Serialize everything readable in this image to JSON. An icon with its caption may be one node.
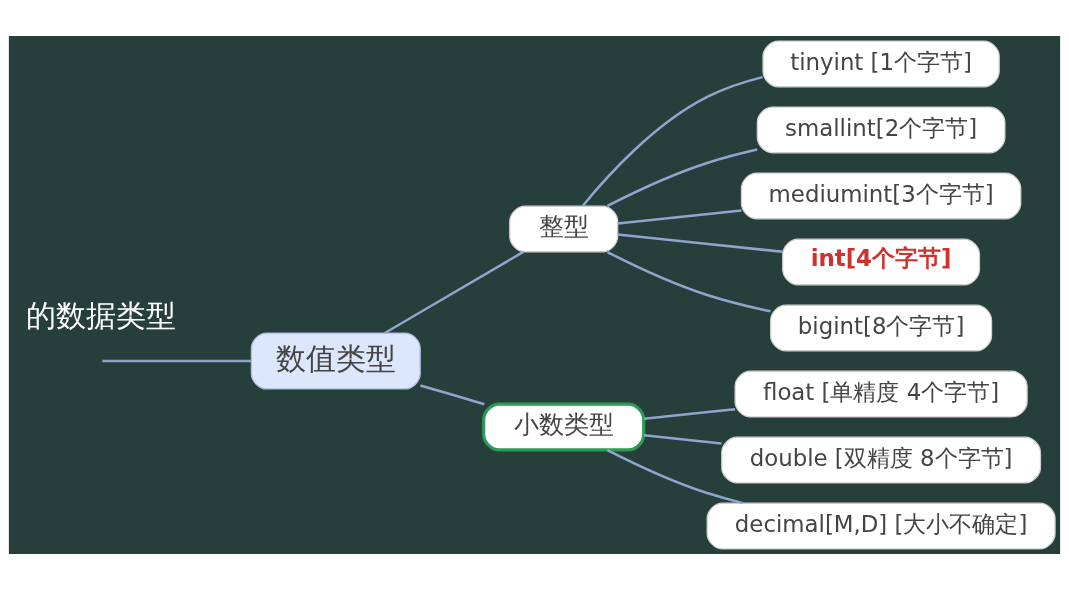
{
  "diagram": {
    "nodes": [
      {
        "text": [
          "数值类型"
        ]
      },
      {
        "text": [
          "整型"
        ]
      },
      {
        "text": [
          "tinyint [1个字节]"
        ]
      },
      {
        "text": [
          "smallint[2个字节]"
        ]
      },
      {
        "text": [
          "mediumint[3个字节]"
        ]
      },
      {
        "text": [
          "int[4个字节]"
        ]
      },
      {
        "text": [
          "bigint[8个字节]"
        ]
      },
      {
        "text": [
          "小数类型"
        ]
      },
      {
        "text": [
          "float [单精度 4个字节]"
        ]
      },
      {
        "text": [
          "double [双精度 8个字节]"
        ]
      },
      {
        "text": [
          "decimal[M,D] [大小不确定]"
        ]
      }
    ],
    "edges": [
      {
        "from": null,
        "to": 0,
        "arrow": "none"
      },
      {
        "from": 0,
        "to": 1,
        "arrow": "none"
      },
      {
        "from": 0,
        "to": 7,
        "arrow": "none"
      },
      {
        "from": 1,
        "to": 2,
        "arrow": "none"
      },
      {
        "from": 1,
        "to": 3,
        "arrow": "none"
      },
      {
        "from": 1,
        "to": 4,
        "arrow": "none"
      },
      {
        "from": 1,
        "to": 5,
        "arrow": "none"
      },
      {
        "from": 1,
        "to": 6,
        "arrow": "none"
      },
      {
        "from": 7,
        "to": 8,
        "arrow": "none"
      },
      {
        "from": 7,
        "to": 9,
        "arrow": "none"
      },
      {
        "from": 7,
        "to": 10,
        "arrow": "none"
      }
    ],
    "labels": [
      "的数据类型"
    ]
  }
}
